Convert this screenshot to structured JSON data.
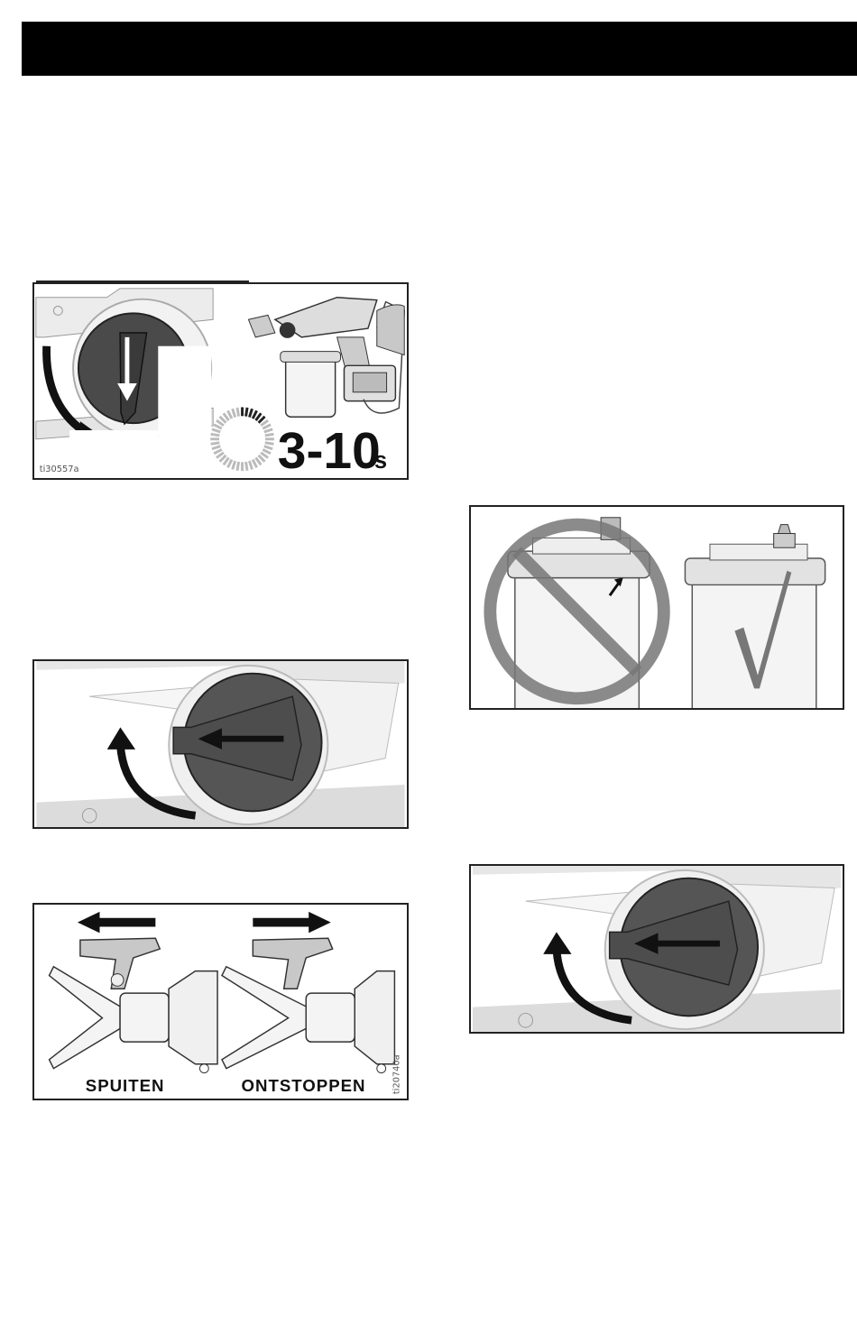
{
  "page": {
    "header_bar_color": "#000000"
  },
  "figure1": {
    "countdown": "3-10",
    "unit": "s",
    "ref": "ti30557a"
  },
  "figure2": {},
  "figure3": {
    "left_label": "SPUITEN",
    "right_label": "ONTSTOPPEN",
    "ref": "ti20740a"
  },
  "figure4": {
    "wrong_symbol": "prohibited-icon",
    "right_symbol": "checkmark-icon"
  },
  "figure5": {}
}
